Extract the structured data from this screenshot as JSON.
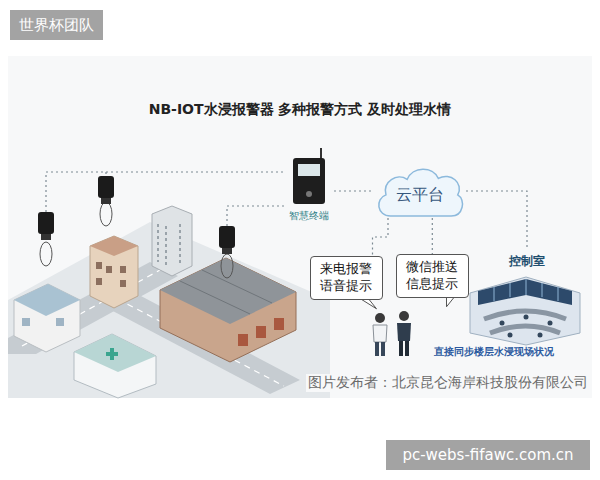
{
  "diagram": {
    "title": "NB-IOT水浸报警器 多种报警方式 及时处理水情",
    "caption": "图片发布者：北京昆仑海岸科技股份有限公司",
    "nodes": [
      {
        "text": [
          "智慧终端"
        ]
      },
      {
        "text": [
          "云平台"
        ]
      },
      {
        "text": [
          "来电报警 语音提示"
        ]
      },
      {
        "text": [
          "微信推送 信息提示"
        ]
      },
      {
        "text": [
          "控制室"
        ]
      }
    ],
    "edges": [
      {
        "from": 0,
        "to": 1,
        "arrow": "none"
      },
      {
        "from": 1,
        "to": 2,
        "arrow": "none"
      },
      {
        "from": 1,
        "to": 3,
        "arrow": "none"
      },
      {
        "from": 1,
        "to": 4,
        "arrow": "none"
      }
    ],
    "labels": [
      "世界杯团队",
      "直接同步楼层水浸现场状况",
      "pc-webs-fifawc.com.cn"
    ]
  }
}
